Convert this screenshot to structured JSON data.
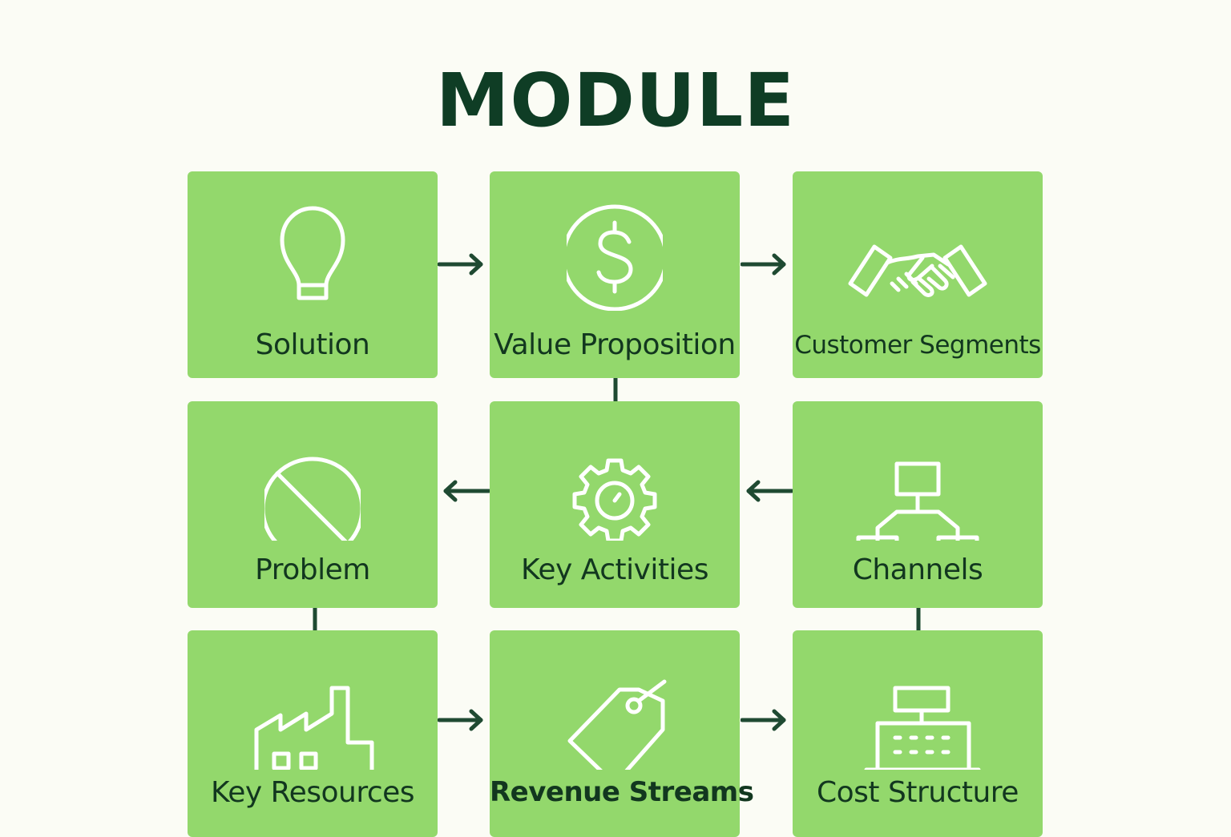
{
  "title": "MODULE",
  "colors": {
    "background": "#fbfcf5",
    "card": "#93d86c",
    "text": "#12371f",
    "icon": "#ffffff",
    "connector": "#1f4a32"
  },
  "cards": [
    {
      "label": "Solution",
      "icon": "lightbulb-icon"
    },
    {
      "label": "Value Proposition",
      "icon": "dollar-coin-icon"
    },
    {
      "label": "Customer Segments",
      "icon": "handshake-icon"
    },
    {
      "label": "Problem",
      "icon": "prohibited-icon"
    },
    {
      "label": "Key Activities",
      "icon": "gear-icon"
    },
    {
      "label": "Channels",
      "icon": "hierarchy-icon"
    },
    {
      "label": "Key Resources",
      "icon": "factory-icon"
    },
    {
      "label": "Revenue Streams",
      "icon": "price-tag-icon"
    },
    {
      "label": "Cost Structure",
      "icon": "cash-register-icon"
    }
  ]
}
